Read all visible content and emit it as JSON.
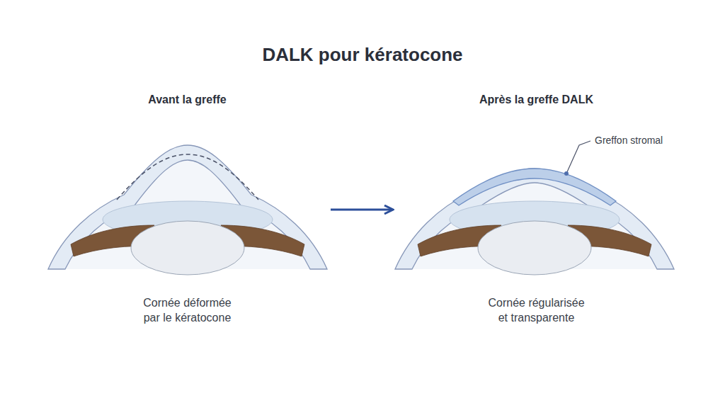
{
  "diagram": {
    "title": "DALK pour kératocone",
    "nodes": [
      {
        "text": [
          "Avant la greffe",
          "Cornée déformée par le kératocone"
        ]
      },
      {
        "text": [
          "Après la greffe DALK",
          "Cornée régularisée et transparente"
        ]
      }
    ],
    "edges": [
      {
        "from": 0,
        "to": 1,
        "arrow": "to"
      }
    ],
    "labels": [
      "Greffon stromal"
    ]
  }
}
